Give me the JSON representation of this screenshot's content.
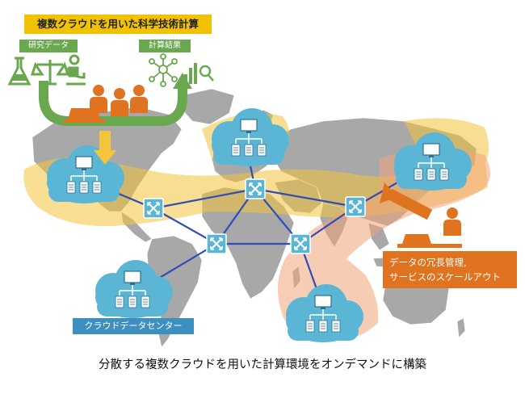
{
  "diagram": {
    "title": "複数クラウドを用いた科学技術計算",
    "research_data_tag": "研究データ",
    "results_tag": "計算結果",
    "redundancy_note": "データの冗長管理,\nサービスのスケールアウト",
    "cloud_datacenter_tag": "クラウドデータセンター",
    "caption": "分散する複数クラウドを用いた計算環境をオンデマンドに構築"
  },
  "colors": {
    "cloud": "#5bb6d6",
    "server": "#ffffff",
    "link": "#2f4db5",
    "yellow_band": "#f4c43a",
    "salmon_band": "#f0a47a",
    "map": "#a8a8a8",
    "orange": "#e07320",
    "green": "#6aa84f",
    "title_bg": "#f2c200"
  }
}
